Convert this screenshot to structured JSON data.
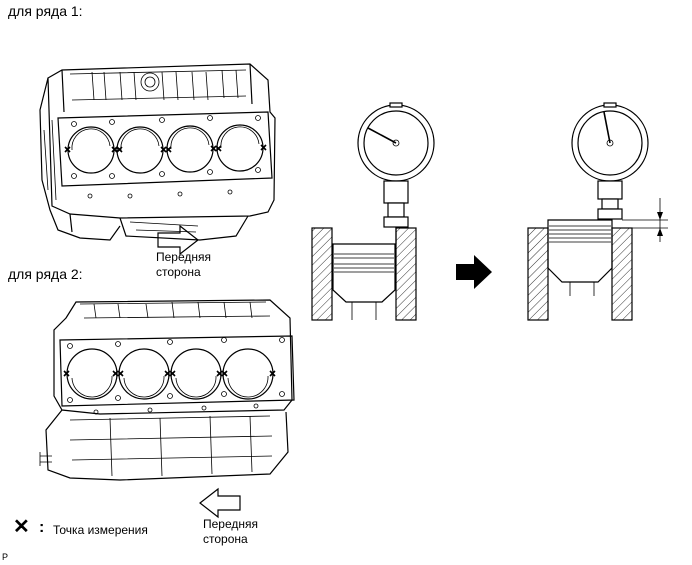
{
  "bank1": {
    "label": "для ряда 1:",
    "front_label_line1": "Передняя",
    "front_label_line2": "сторона"
  },
  "bank2": {
    "label": "для ряда 2:",
    "front_label_line1": "Передняя",
    "front_label_line2": "сторона"
  },
  "legend": {
    "symbol": "✕",
    "separator": ":",
    "text": "Точка измерения"
  },
  "corner_mark": "P"
}
